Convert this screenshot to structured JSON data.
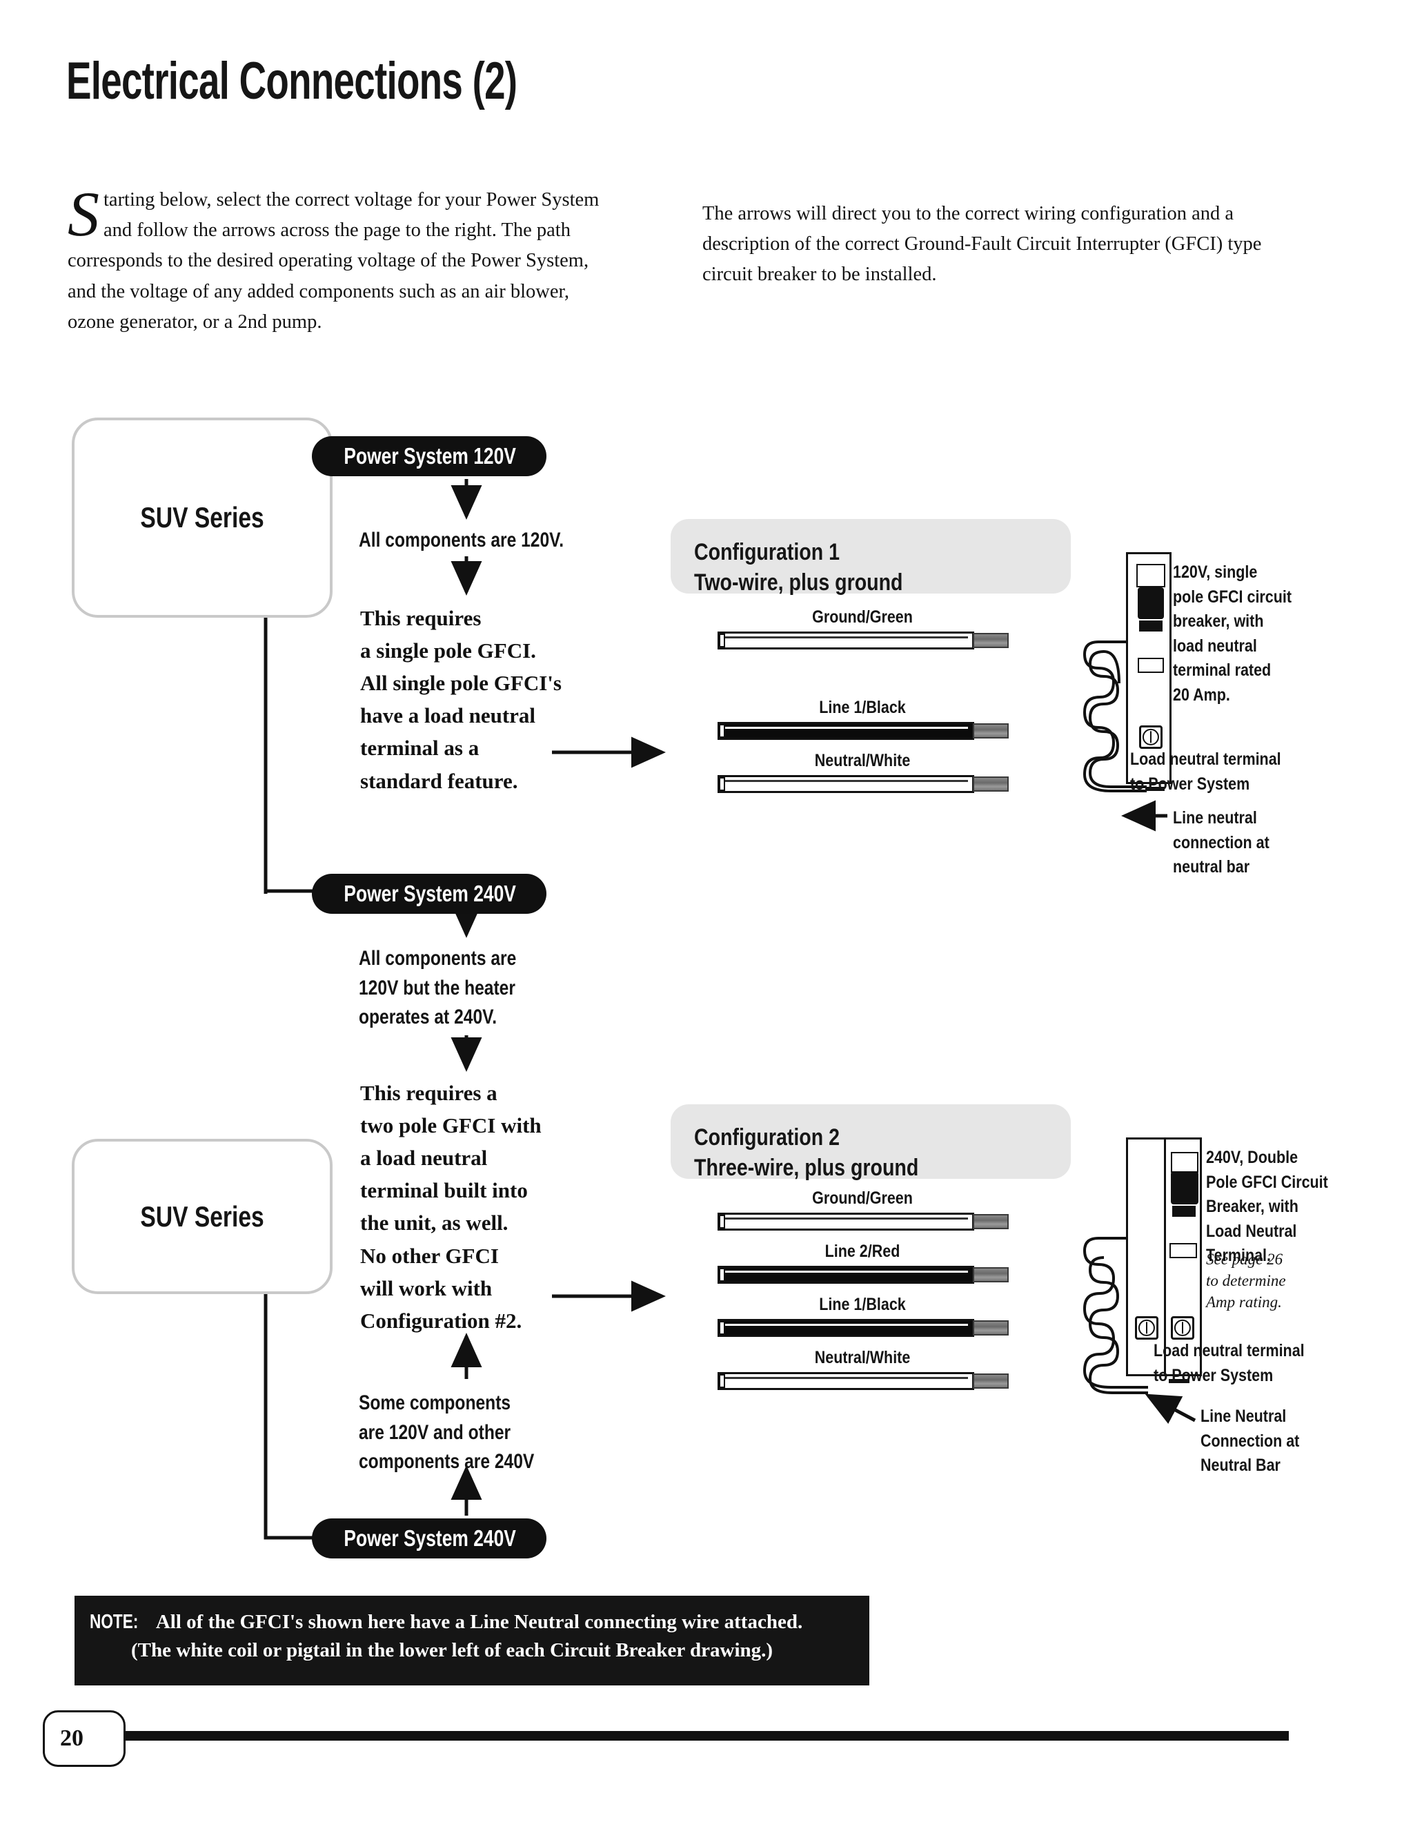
{
  "page": {
    "title": "Electrical Connections (2)",
    "number": "20"
  },
  "intro": {
    "left_dropcap": "S",
    "left_text": "tarting below, select the correct voltage for your Power System and follow the arrows across the page to the right. The path corresponds to the desired operating voltage of the Power System, and the voltage of any added components such as an air blower, ozone generator, or a 2nd pump.",
    "right_text": "The arrows will direct you to the correct wiring configuration and a description of the correct Ground-Fault Circuit Interrupter (GFCI) type circuit breaker to be installed."
  },
  "flow": {
    "suv_box_1": "SUV Series",
    "suv_box_2": "SUV Series",
    "pill_120v": "Power System 120V",
    "pill_240v_a": "Power System 240V",
    "pill_240v_b": "Power System 240V",
    "all_components_120v": [
      "All components are 120V."
    ],
    "requires_single_pole": [
      "This requires",
      "a single pole GFCI.",
      "All single pole GFCI's",
      "have a load neutral",
      "terminal as a",
      "standard feature."
    ],
    "all_components_240v": [
      "All components are",
      "120V but the heater",
      "operates at 240V."
    ],
    "requires_two_pole": [
      "This requires a",
      "two pole GFCI with",
      "a load neutral",
      "terminal built into",
      "the unit, as well.",
      "No other GFCI",
      "will work with",
      "Configuration #2."
    ],
    "some_components": [
      "Some components",
      "are 120V and other",
      "components are 240V"
    ]
  },
  "configurations": [
    {
      "id": "configuration-1",
      "title": "Configuration 1",
      "subtitle": "Two-wire, plus ground",
      "wires": [
        {
          "label": "Ground/Green",
          "style": "white"
        },
        {
          "label": "Line 1/Black",
          "style": "black"
        },
        {
          "label": "Neutral/White",
          "style": "white"
        }
      ]
    },
    {
      "id": "configuration-2",
      "title": "Configuration 2",
      "subtitle": "Three-wire, plus ground",
      "wires": [
        {
          "label": "Ground/Green",
          "style": "white"
        },
        {
          "label": "Line 2/Red",
          "style": "black"
        },
        {
          "label": "Line 1/Black",
          "style": "black"
        },
        {
          "label": "Neutral/White",
          "style": "white"
        }
      ]
    }
  ],
  "breakers": [
    {
      "id": "single-pole-breaker",
      "description": [
        "120V, single",
        "pole GFCI circuit",
        "breaker, with",
        "load neutral",
        "terminal rated",
        "20 Amp."
      ],
      "load_callout": [
        "Load neutral terminal",
        "to Power System"
      ],
      "line_callout": [
        "Line neutral",
        "connection at",
        "neutral bar"
      ]
    },
    {
      "id": "double-pole-breaker",
      "description": [
        "240V, Double",
        "Pole GFCI Circuit",
        "Breaker, with",
        "Load Neutral",
        "Terminal."
      ],
      "page_ref": [
        "See page 26",
        "to determine",
        "Amp rating."
      ],
      "load_callout": [
        "Load neutral terminal",
        "to Power System"
      ],
      "line_callout": [
        "Line Neutral",
        "Connection at",
        "Neutral Bar"
      ]
    }
  ],
  "note": {
    "keyword": "NOTE:",
    "line1": " All of the GFCI's shown here have a Line Neutral connecting wire attached.",
    "line2": "(The white coil or pigtail in the lower left of each Circuit Breaker drawing.)"
  },
  "colors": {
    "ink": "#111111",
    "panel_gray": "#e6e6e6",
    "box_border_gray": "#c9c9c9",
    "pill_black": "#101010"
  }
}
